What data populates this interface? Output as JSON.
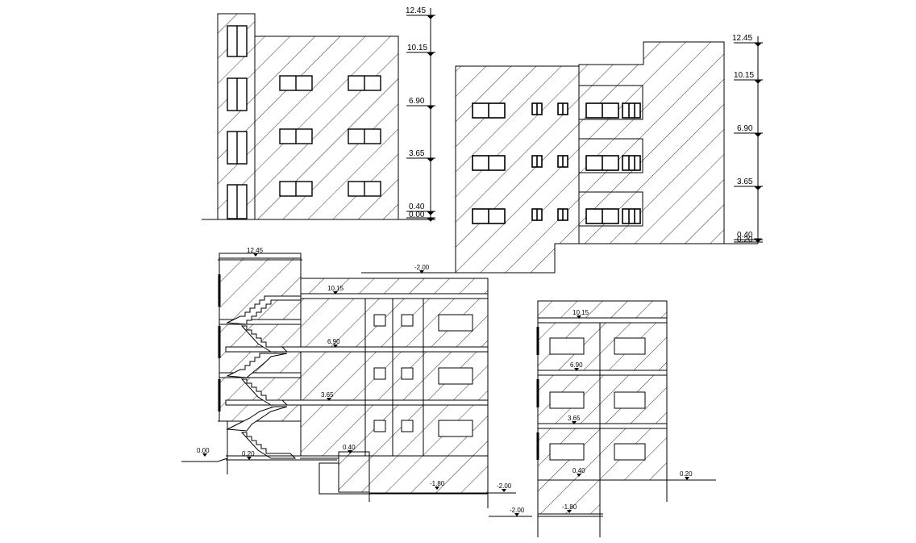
{
  "colors": {
    "ink": "#000000",
    "paper": "#ffffff"
  },
  "elevation_left": {
    "levels": [
      "12.45",
      "10.15",
      "6.90",
      "3.65",
      "0.40",
      "0.00"
    ]
  },
  "elevation_right": {
    "levels": [
      "12.45",
      "10.15",
      "6.90",
      "3.65",
      "0.40",
      "0.20"
    ]
  },
  "section_left": {
    "labels": [
      "12.45",
      "10.15",
      "6.90",
      "3.65",
      "0.40",
      "0.00",
      "0.20",
      "-1.80",
      "-2.00",
      "-2.00"
    ]
  },
  "section_right": {
    "labels": [
      "10.15",
      "6.90",
      "3.65",
      "0.40",
      "0.20",
      "-1.80",
      "-2.00"
    ]
  }
}
